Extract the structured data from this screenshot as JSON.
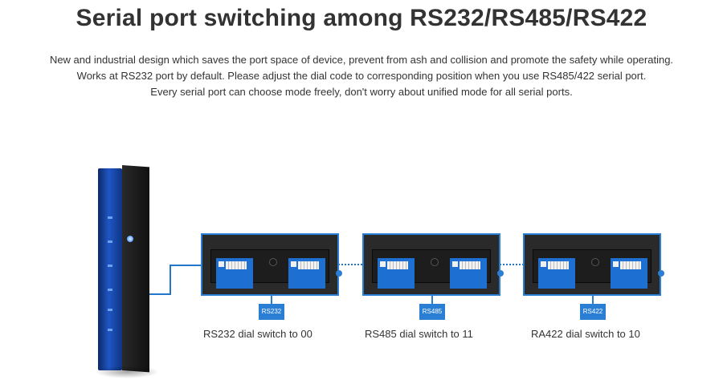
{
  "title": "Serial port switching among RS232/RS485/RS422",
  "description": [
    "New and industrial design which saves the port space of device, prevent from ash and collision and promote the safety while operating.",
    "Works at RS232 port by default. Please adjust the dial code to corresponding position when you use RS485/422 serial port.",
    "Every serial port can choose mode freely, don't worry about unified mode for all serial ports."
  ],
  "panels": [
    {
      "tag": "RS232",
      "caption": "RS232 dial switch to 00"
    },
    {
      "tag": "RS485",
      "caption": "RS485 dial switch to 11"
    },
    {
      "tag": "RS422",
      "caption": "RA422 dial switch to 10"
    }
  ],
  "colors": {
    "accent": "#2a7fd4",
    "device_front": "#1f56c4",
    "text": "#333333"
  }
}
